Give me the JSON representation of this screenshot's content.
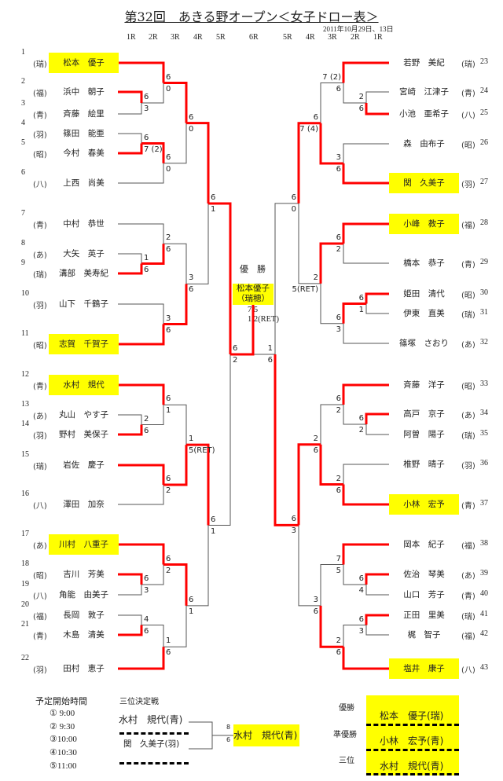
{
  "title": "第32回　あきる野オープン＜女子ドロー表＞",
  "date": "2011年10月29日、13日",
  "rounds_left": [
    "1R",
    "2R",
    "3R",
    "4R",
    "5R"
  ],
  "round_final": "6R",
  "rounds_right": [
    "5R",
    "4R",
    "3R",
    "2R",
    "1R"
  ],
  "players": [
    {
      "seed": "1",
      "club": "(瑞)",
      "name": "松本　優子",
      "hl": true
    },
    {
      "seed": "2",
      "club": "(福)",
      "name": "浜中　朝子",
      "hl": false
    },
    {
      "seed": "3",
      "club": "(青)",
      "name": "斉藤　絵里",
      "hl": false
    },
    {
      "seed": "4",
      "club": "(羽)",
      "name": "篠田　能亜",
      "hl": false
    },
    {
      "seed": "5",
      "club": "(昭)",
      "name": "今村　春美",
      "hl": false
    },
    {
      "seed": "6",
      "club": "(八)",
      "name": "上西　尚美",
      "hl": false
    },
    {
      "seed": "7",
      "club": "(青)",
      "name": "中村　恭世",
      "hl": false
    },
    {
      "seed": "8",
      "club": "(あ)",
      "name": "大矢　英子",
      "hl": false
    },
    {
      "seed": "9",
      "club": "(瑞)",
      "name": "溝部　美寿紀",
      "hl": false
    },
    {
      "seed": "10",
      "club": "(羽)",
      "name": "山下　千鶴子",
      "hl": false
    },
    {
      "seed": "11",
      "club": "(昭)",
      "name": "志賀　千賀子",
      "hl": true
    },
    {
      "seed": "12",
      "club": "(青)",
      "name": "水村　規代",
      "hl": true
    },
    {
      "seed": "13",
      "club": "(あ)",
      "name": "丸山　やす子",
      "hl": false
    },
    {
      "seed": "14",
      "club": "(羽)",
      "name": "野村　美保子",
      "hl": false
    },
    {
      "seed": "15",
      "club": "(瑞)",
      "name": "岩佐　慶子",
      "hl": false
    },
    {
      "seed": "16",
      "club": "(八)",
      "name": "澤田　加奈",
      "hl": false
    },
    {
      "seed": "17",
      "club": "(あ)",
      "name": "川村　八重子",
      "hl": true
    },
    {
      "seed": "18",
      "club": "(昭)",
      "name": "吉川　芳美",
      "hl": false
    },
    {
      "seed": "19",
      "club": "(八)",
      "name": "角能　由美子",
      "hl": false
    },
    {
      "seed": "20",
      "club": "(福)",
      "name": "長岡　敦子",
      "hl": false
    },
    {
      "seed": "21",
      "club": "(青)",
      "name": "木島　清美",
      "hl": false
    },
    {
      "seed": "22",
      "club": "(羽)",
      "name": "田村　恵子",
      "hl": false
    },
    {
      "seed": "23",
      "club": "(瑞)",
      "name": "若野　美紀",
      "hl": false
    },
    {
      "seed": "24",
      "club": "(青)",
      "name": "宮崎　江津子",
      "hl": false
    },
    {
      "seed": "25",
      "club": "(八)",
      "name": "小池　亜希子",
      "hl": false
    },
    {
      "seed": "26",
      "club": "(昭)",
      "name": "森　由布子",
      "hl": false
    },
    {
      "seed": "27",
      "club": "(羽)",
      "name": "関　久美子",
      "hl": true
    },
    {
      "seed": "28",
      "club": "(福)",
      "name": "小峰　教子",
      "hl": true
    },
    {
      "seed": "29",
      "club": "(青)",
      "name": "橋本　恭子",
      "hl": false
    },
    {
      "seed": "30",
      "club": "(昭)",
      "name": "姫田　清代",
      "hl": false
    },
    {
      "seed": "31",
      "club": "(瑞)",
      "name": "伊東　直美",
      "hl": false
    },
    {
      "seed": "32",
      "club": "(あ)",
      "name": "篠塚　さおり",
      "hl": false
    },
    {
      "seed": "33",
      "club": "(昭)",
      "name": "斉藤　洋子",
      "hl": false
    },
    {
      "seed": "34",
      "club": "(あ)",
      "name": "高戸　京子",
      "hl": false
    },
    {
      "seed": "35",
      "club": "(瑞)",
      "name": "阿曽　陽子",
      "hl": false
    },
    {
      "seed": "36",
      "club": "(羽)",
      "name": "椎野　晴子",
      "hl": false
    },
    {
      "seed": "37",
      "club": "(青)",
      "name": "小林　宏予",
      "hl": true
    },
    {
      "seed": "38",
      "club": "(福)",
      "name": "岡本　紀子",
      "hl": false
    },
    {
      "seed": "39",
      "club": "(あ)",
      "name": "佐治　琴美",
      "hl": false
    },
    {
      "seed": "40",
      "club": "(青)",
      "name": "山口　芳子",
      "hl": false
    },
    {
      "seed": "41",
      "club": "(瑞)",
      "name": "正田　里美",
      "hl": false
    },
    {
      "seed": "42",
      "club": "(福)",
      "name": "梶　智子",
      "hl": false
    },
    {
      "seed": "43",
      "club": "(八)",
      "name": "塩井　康子",
      "hl": true
    }
  ],
  "bracket": {
    "left": {
      "w": 0,
      "s": [
        "6",
        "2"
      ],
      "c": [
        {
          "w": 0,
          "s": [
            "6",
            "1"
          ],
          "c": [
            {
              "w": 0,
              "s": [
                "6",
                "0"
              ],
              "c": [
                {
                  "w": 0,
                  "s": [
                    "6",
                    "0"
                  ],
                  "c": [
                    1,
                    {
                      "w": 0,
                      "s": [
                        "6",
                        "3"
                      ],
                      "c": [
                        2,
                        3
                      ]
                    }
                  ]
                },
                {
                  "w": 0,
                  "s": [
                    "6",
                    "0"
                  ],
                  "c": [
                    {
                      "w": 1,
                      "s": [
                        "6",
                        "7 (2)"
                      ],
                      "c": [
                        4,
                        5
                      ]
                    },
                    6
                  ]
                }
              ]
            },
            {
              "w": 1,
              "s": [
                "3",
                "6"
              ],
              "c": [
                {
                  "w": 1,
                  "s": [
                    "2",
                    "6"
                  ],
                  "c": [
                    7,
                    {
                      "w": 1,
                      "s": [
                        "1",
                        "6"
                      ],
                      "c": [
                        8,
                        9
                      ]
                    }
                  ]
                },
                {
                  "w": 1,
                  "s": [
                    "3",
                    "6"
                  ],
                  "c": [
                    10,
                    11
                  ]
                }
              ]
            }
          ]
        },
        {
          "w": 0,
          "s": [
            "6",
            "1"
          ],
          "c": [
            {
              "w": 1,
              "s": [
                "1",
                "5(RET)"
              ],
              "c": [
                {
                  "w": 0,
                  "s": [
                    "6",
                    "1"
                  ],
                  "c": [
                    12,
                    {
                      "w": 1,
                      "s": [
                        "2",
                        "6"
                      ],
                      "c": [
                        13,
                        14
                      ]
                    }
                  ]
                },
                {
                  "w": 0,
                  "s": [
                    "6",
                    "2"
                  ],
                  "c": [
                    15,
                    16
                  ]
                }
              ]
            },
            {
              "w": 0,
              "s": [
                "6",
                "1"
              ],
              "c": [
                {
                  "w": 0,
                  "s": [
                    "6",
                    "2"
                  ],
                  "c": [
                    17,
                    {
                      "w": 0,
                      "s": [
                        "6",
                        "3"
                      ],
                      "c": [
                        18,
                        19
                      ]
                    }
                  ]
                },
                {
                  "w": 1,
                  "s": [
                    "1",
                    "6"
                  ],
                  "c": [
                    {
                      "w": 1,
                      "s": [
                        "4",
                        "6"
                      ],
                      "c": [
                        20,
                        21
                      ]
                    },
                    22
                  ]
                }
              ]
            }
          ]
        }
      ]
    },
    "right": {
      "w": 1,
      "s": [
        "1",
        "6"
      ],
      "c": [
        {
          "w": 0,
          "s": [
            "6",
            "0"
          ],
          "c": [
            {
              "w": 1,
              "s": [
                "6",
                "7 (4)"
              ],
              "c": [
                {
                  "w": 0,
                  "s": [
                    "7 (2)",
                    "6"
                  ],
                  "c": [
                    23,
                    {
                      "w": 1,
                      "s": [
                        "2",
                        "6"
                      ],
                      "c": [
                        24,
                        25
                      ]
                    }
                  ]
                },
                {
                  "w": 1,
                  "s": [
                    "3",
                    "6"
                  ],
                  "c": [
                    26,
                    27
                  ]
                }
              ]
            },
            {
              "w": 0,
              "s": [
                "2",
                "5(RET)"
              ],
              "c": [
                {
                  "w": 0,
                  "s": [
                    "6",
                    "2"
                  ],
                  "c": [
                    28,
                    29
                  ]
                },
                {
                  "w": 0,
                  "s": [
                    "6",
                    "3"
                  ],
                  "c": [
                    {
                      "w": 0,
                      "s": [
                        "6",
                        "1"
                      ],
                      "c": [
                        30,
                        31
                      ]
                    },
                    32
                  ]
                }
              ]
            }
          ]
        },
        {
          "w": 0,
          "s": [
            "6",
            "3"
          ],
          "c": [
            {
              "w": 1,
              "s": [
                "2",
                "6"
              ],
              "c": [
                {
                  "w": 0,
                  "s": [
                    "6",
                    "2"
                  ],
                  "c": [
                    33,
                    {
                      "w": 0,
                      "s": [
                        "6",
                        "2"
                      ],
                      "c": [
                        34,
                        35
                      ]
                    }
                  ]
                },
                {
                  "w": 1,
                  "s": [
                    "2",
                    "6"
                  ],
                  "c": [
                    36,
                    37
                  ]
                }
              ]
            },
            {
              "w": 1,
              "s": [
                "3",
                "6"
              ],
              "c": [
                {
                  "w": 0,
                  "s": [
                    "7",
                    "5"
                  ],
                  "c": [
                    38,
                    {
                      "w": 0,
                      "s": [
                        "6",
                        "4"
                      ],
                      "c": [
                        39,
                        40
                      ]
                    }
                  ]
                },
                {
                  "w": 1,
                  "s": [
                    "2",
                    "6"
                  ],
                  "c": [
                    {
                      "w": 0,
                      "s": [
                        "6",
                        "3"
                      ],
                      "c": [
                        41,
                        42
                      ]
                    },
                    43
                  ]
                }
              ]
            }
          ]
        }
      ]
    },
    "final": {
      "label": "優　勝",
      "champion_name": "松本優子",
      "champion_club": "（瑞穂）",
      "score_line1": "7 5",
      "score_line2": "1 2(RET)"
    }
  },
  "schedule": {
    "heading": "予定開始時間",
    "times": [
      "① 9:00",
      "② 9:30",
      "③10:00",
      "④10:30",
      "⑤11:00"
    ]
  },
  "third_place": {
    "heading": "三位決定戦",
    "player_a": "水村　規代(青)",
    "player_b": "関　久美子(羽)",
    "score_a": "8",
    "score_b": "6",
    "winner": "水村　規代(青)"
  },
  "results": [
    {
      "label": "優勝",
      "name": "松本　優子(瑞)"
    },
    {
      "label": "準優勝",
      "name": "小林　宏予(青)"
    },
    {
      "label": "三位",
      "name": "水村　規代(青)"
    }
  ],
  "colors": {
    "winner_line": "#ff0000",
    "loser_line": "#555555",
    "highlight": "#ffff00"
  }
}
